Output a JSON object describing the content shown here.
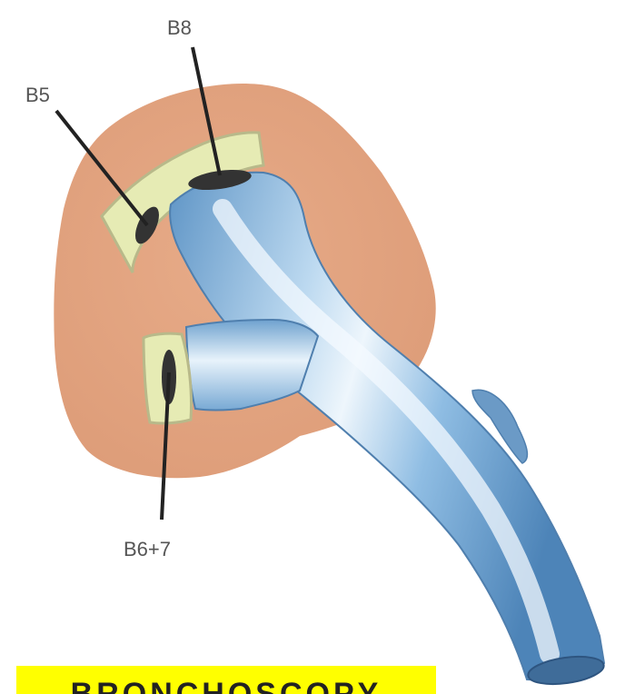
{
  "labels": {
    "top_right": "B8",
    "top_left": "B5",
    "bottom": "B6+7"
  },
  "banner": {
    "text": "BRONCHOSCOPY",
    "color": "#ffff00"
  },
  "colors": {
    "parenchyma": "#e2a584",
    "bronchus_light": "#eaf4fb",
    "bronchus_mid": "#9cc6e8",
    "bronchus_dark": "#5f95c6",
    "cartilage_ring": "#e6ebb4",
    "lumen_dark": "#333333"
  }
}
